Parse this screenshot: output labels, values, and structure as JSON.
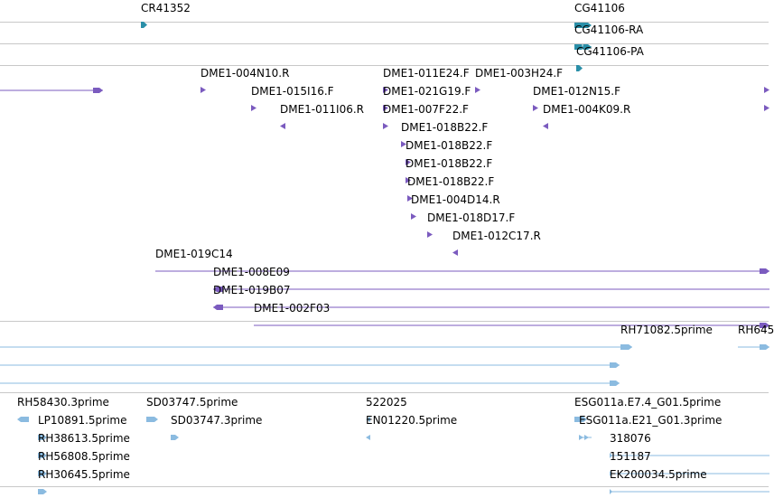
{
  "view": {
    "title": "",
    "colors": {
      "gene": "#2a8fa8",
      "est": "#7b5bbf",
      "cdna": "#8bbbe0",
      "separator": "#c8c8c8"
    }
  },
  "tracks": [
    {
      "id": "gene-track",
      "features": [
        {
          "id": "cr41352",
          "label": "CR41352",
          "color": "gene",
          "glyph": "arrow-right-icon"
        },
        {
          "id": "cg41106",
          "label": "CG41106",
          "color": "gene",
          "glyph": "gene-bar-icon"
        }
      ]
    },
    {
      "id": "transcript-ra",
      "features": [
        {
          "id": "cg41106-ra",
          "label": "CG41106-RA",
          "color": "gene",
          "glyph": "transcript-bar-icon"
        }
      ]
    },
    {
      "id": "transcript-pa",
      "features": [
        {
          "id": "cg41106-pa",
          "label": "CG41106-PA",
          "color": "gene",
          "glyph": "arrow-right-icon"
        }
      ]
    },
    {
      "id": "est-track",
      "features": [
        {
          "id": "est-left",
          "label": "",
          "color": "est",
          "glyph": "line-arrow-right-icon"
        },
        {
          "id": "dme1-004n10r",
          "label": "DME1-004N10.R",
          "color": "est",
          "glyph": "triangle-right-icon"
        },
        {
          "id": "dme1-015i16f",
          "label": "DME1-015I16.F",
          "color": "est",
          "glyph": "triangle-right-icon"
        },
        {
          "id": "dme1-011i06r",
          "label": "DME1-011I06.R",
          "color": "est",
          "glyph": "triangle-left-icon"
        },
        {
          "id": "dme1-011e24f",
          "label": "DME1-011E24.F",
          "color": "est",
          "glyph": "triangle-right-icon"
        },
        {
          "id": "dme1-003h24f",
          "label": "DME1-003H24.F",
          "color": "est",
          "glyph": "triangle-right-icon"
        },
        {
          "id": "dme1-021g19f",
          "label": "DME1-021G19.F",
          "color": "est",
          "glyph": "triangle-right-icon"
        },
        {
          "id": "dme1-007f22f",
          "label": "DME1-007F22.F",
          "color": "est",
          "glyph": "triangle-right-icon"
        },
        {
          "id": "dme1-018b22f-1",
          "label": "DME1-018B22.F",
          "color": "est",
          "glyph": "triangle-right-icon"
        },
        {
          "id": "dme1-018b22f-2",
          "label": "DME1-018B22.F",
          "color": "est",
          "glyph": "triangle-right-icon"
        },
        {
          "id": "dme1-018b22f-3",
          "label": "DME1-018B22.F",
          "color": "est",
          "glyph": "triangle-right-icon"
        },
        {
          "id": "dme1-018b22f-4",
          "label": "DME1-018B22.F",
          "color": "est",
          "glyph": "triangle-right-icon"
        },
        {
          "id": "dme1-004d14r",
          "label": "DME1-004D14.R",
          "color": "est",
          "glyph": "triangle-right-icon"
        },
        {
          "id": "dme1-018d17f",
          "label": "DME1-018D17.F",
          "color": "est",
          "glyph": "triangle-right-icon"
        },
        {
          "id": "dme1-012c17r",
          "label": "DME1-012C17.R",
          "color": "est",
          "glyph": "triangle-left-icon"
        },
        {
          "id": "dme1-012n15f",
          "label": "DME1-012N15.F",
          "color": "est",
          "glyph": "triangle-right-icon"
        },
        {
          "id": "dme1-004k09r",
          "label": "DME1-004K09.R",
          "color": "est",
          "glyph": "triangle-left-icon"
        },
        {
          "id": "est-edge-1",
          "label": "",
          "color": "est",
          "glyph": "triangle-right-icon"
        },
        {
          "id": "est-edge-2",
          "label": "",
          "color": "est",
          "glyph": "triangle-right-icon"
        },
        {
          "id": "dme1-019c14",
          "label": "DME1-019C14",
          "color": "est",
          "glyph": "line-arrow-right-icon"
        },
        {
          "id": "dme1-008e09",
          "label": "DME1-008E09",
          "color": "est",
          "glyph": "line-arrow-left-icon"
        },
        {
          "id": "dme1-019b07",
          "label": "DME1-019B07",
          "color": "est",
          "glyph": "line-arrow-left-icon"
        },
        {
          "id": "dme1-002f03",
          "label": "DME1-002F03",
          "color": "est",
          "glyph": "line-arrow-right-icon"
        }
      ]
    },
    {
      "id": "cdna-track",
      "features": [
        {
          "id": "cdna-line-1",
          "label": "",
          "color": "cdna",
          "glyph": "line-arrow-right-icon"
        },
        {
          "id": "rh71082-5prime",
          "label": "RH71082.5prime",
          "color": "cdna",
          "glyph": "arrow-right-icon"
        },
        {
          "id": "rh645-edge",
          "label": "RH645",
          "color": "cdna",
          "glyph": "line-arrow-right-icon"
        },
        {
          "id": "cdna-line-2",
          "label": "",
          "color": "cdna",
          "glyph": "line-arrow-right-icon"
        },
        {
          "id": "cdna-line-3",
          "label": "",
          "color": "cdna",
          "glyph": "line-arrow-right-icon"
        }
      ]
    },
    {
      "id": "cdna-track-2",
      "features": [
        {
          "id": "rh58430-3prime",
          "label": "RH58430.3prime",
          "color": "cdna",
          "glyph": "arrow-left-icon"
        },
        {
          "id": "lp10891-5prime",
          "label": "LP10891.5prime",
          "color": "cdna",
          "glyph": "arrow-right-icon"
        },
        {
          "id": "rh38613-5prime",
          "label": "RH38613.5prime",
          "color": "cdna",
          "glyph": "arrow-right-icon"
        },
        {
          "id": "rh56808-5prime",
          "label": "RH56808.5prime",
          "color": "cdna",
          "glyph": "arrow-right-icon"
        },
        {
          "id": "rh30645-5prime",
          "label": "RH30645.5prime",
          "color": "cdna",
          "glyph": "arrow-right-icon"
        },
        {
          "id": "sd03747-5prime",
          "label": "SD03747.5prime",
          "color": "cdna",
          "glyph": "arrow-right-icon"
        },
        {
          "id": "sd03747-3prime",
          "label": "SD03747.3prime",
          "color": "cdna",
          "glyph": "arrow-right-icon"
        },
        {
          "id": "f522025",
          "label": "522025",
          "color": "cdna",
          "glyph": "triangle-left-icon"
        },
        {
          "id": "en01220-5prime",
          "label": "EN01220.5prime",
          "color": "cdna",
          "glyph": "triangle-left-icon"
        },
        {
          "id": "esg011a-e7-4",
          "label": "ESG011a.E7.4_G01.5prime",
          "color": "cdna",
          "glyph": "arrow-right-icon"
        },
        {
          "id": "esg011a-e21",
          "label": "ESG011a.E21_G01.3prime",
          "color": "cdna",
          "glyph": "double-arrow-right-icon"
        },
        {
          "id": "f318076",
          "label": "318076",
          "color": "cdna",
          "glyph": "line-icon"
        },
        {
          "id": "f151187",
          "label": "151187",
          "color": "cdna",
          "glyph": "line-icon"
        },
        {
          "id": "ek200034-5prime",
          "label": "EK200034.5prime",
          "color": "cdna",
          "glyph": "line-icon"
        }
      ]
    }
  ]
}
